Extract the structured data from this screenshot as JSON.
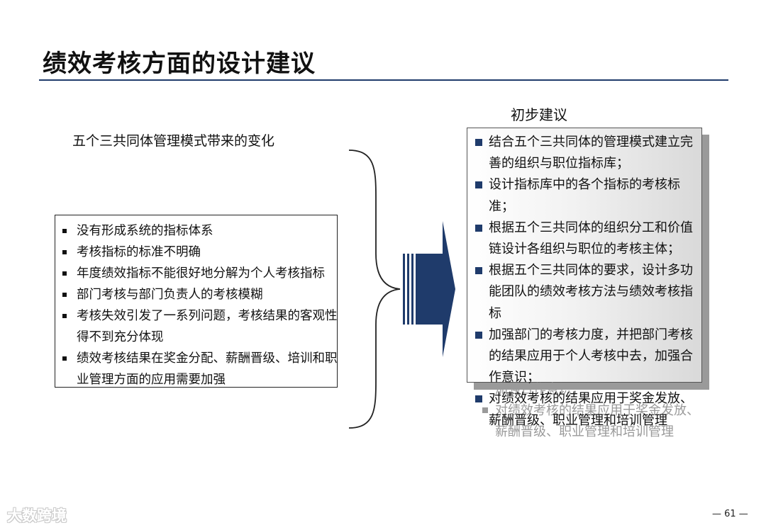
{
  "title": "绩效考核方面的设计建议",
  "left": {
    "heading": "五个三共同体管理模式带来的变化",
    "items": [
      "没有形成系统的指标体系",
      "考核指标的标准不明确",
      "年度绩效指标不能很好地分解为个人考核指标",
      "部门考核与部门负责人的考核模糊",
      "考核失效引发了一系列问题，考核结果的客观性得不到充分体现",
      "绩效考核结果在奖金分配、薪酬晋级、培训和职业管理方面的应用需要加强"
    ]
  },
  "right": {
    "heading": "初步建议",
    "items": [
      "结合五个三共同体的管理模式建立完善的组织与职位指标库；",
      "设计指标库中的各个指标的考核标准；",
      "根据五个三共同体的组织分工和价值链设计各组织与职位的考核主体；",
      "根据五个三共同体的要求，设计多功能团队的绩效考核方法与绩效考核指标",
      "加强部门的考核力度，并把部门考核的结果应用于个人考核中去，加强合作意识；",
      "对绩效考核的结果应用于奖金发放、薪酬晋级、职业管理和培训管理"
    ],
    "ghost_items": [
      "加强合作意识；",
      "对绩效考核的结果应用于奖金发放、薪酬晋级、职业管理和培训管理"
    ]
  },
  "colors": {
    "accent": "#1f3b6b",
    "rule": "#1f3b6b"
  },
  "icons": {
    "brace": "curly-brace",
    "arrow": "right-arrow"
  },
  "watermark": "大数跨境",
  "page_number": "— 61 —"
}
